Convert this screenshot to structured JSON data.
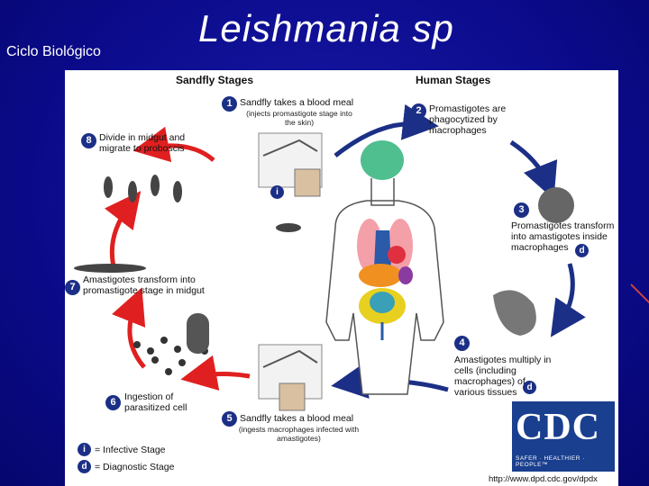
{
  "slide": {
    "side_label": "Ciclo Biológico",
    "title": "Leishmania sp"
  },
  "diagram": {
    "sandfly_header": "Sandfly Stages",
    "human_header": "Human Stages",
    "steps": [
      {
        "num": "1",
        "text": "Sandfly takes a blood meal",
        "sub": "(injects promastigote stage into the skin)"
      },
      {
        "num": "2",
        "text": "Promastigotes are phagocytized by macrophages"
      },
      {
        "num": "3",
        "text": "Promastigotes transform into amastigotes inside macrophages"
      },
      {
        "num": "4",
        "text": "Amastigotes multiply in cells (including macrophages) of various tissues"
      },
      {
        "num": "5",
        "text": "Sandfly takes a blood meal",
        "sub": "(ingests macrophages infected with amastigotes)"
      },
      {
        "num": "6",
        "text": "Ingestion of parasitized cell"
      },
      {
        "num": "7",
        "text": "Amastigotes transform into promastigote stage in midgut"
      },
      {
        "num": "8",
        "text": "Divide in midgut and migrate to proboscis"
      }
    ],
    "legend": {
      "infective_symbol": "i",
      "infective_label": "= Infective Stage",
      "diagnostic_symbol": "d",
      "diagnostic_label": "= Diagnostic Stage"
    },
    "logo": {
      "letters": "CDC",
      "tagline": "SAFER · HEALTHIER · PEOPLE™",
      "url": "http://www.dpd.cdc.gov/dpdx"
    },
    "colors": {
      "red_arrow": "#e02020",
      "blue_arrow": "#1c2f86",
      "badge": "#1c2f86"
    }
  }
}
